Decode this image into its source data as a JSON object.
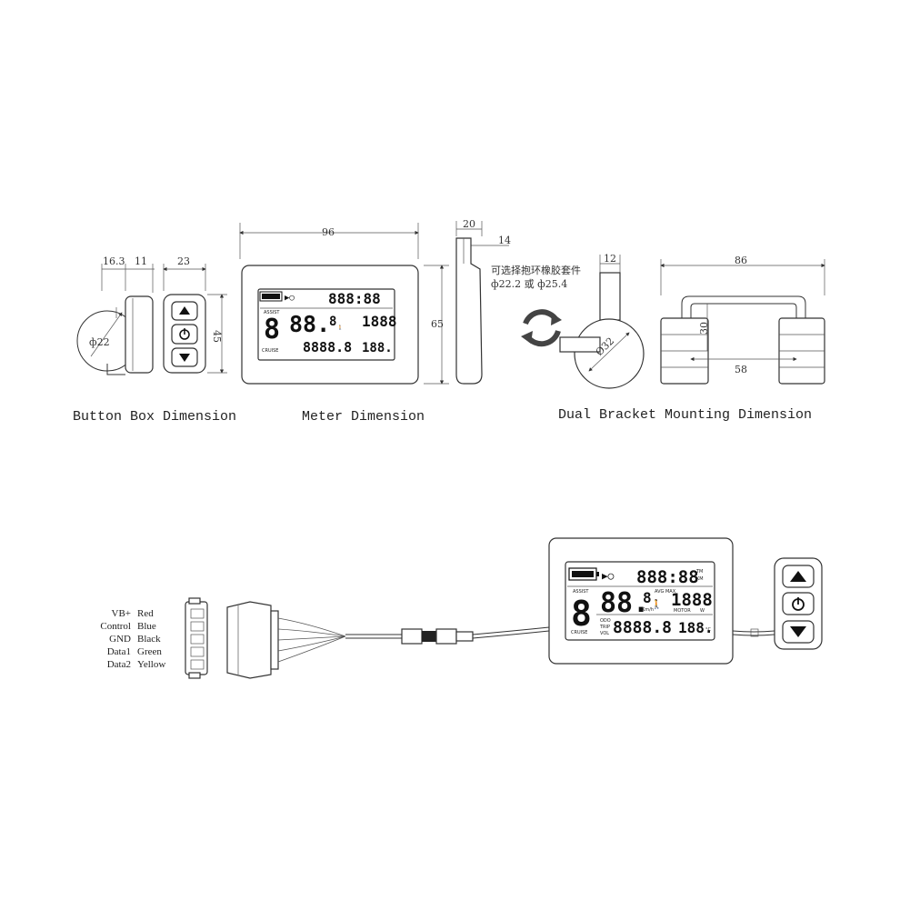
{
  "captions": {
    "button_box": "Button Box Dimension",
    "meter": "Meter Dimension",
    "bracket": "Dual Bracket Mounting Dimension"
  },
  "dimensions": {
    "button_box": {
      "a": "16.3",
      "b": "11",
      "c": "23",
      "height": "45",
      "dia": "ф22"
    },
    "meter": {
      "width": "96",
      "height": "65",
      "depth": "20",
      "side": "14"
    },
    "bracket": {
      "tab": "12",
      "dia": "Ø32",
      "width": "86",
      "inner": "58",
      "height": "30"
    },
    "note_cn": "可选择抱环橡胶套件",
    "note_sizes": "ф22.2 或 ф25.4"
  },
  "lcd": {
    "assist": "ASSIST",
    "big_digit": "8",
    "speed": "88.",
    "small_digit": "8",
    "top_digits": "888:88",
    "right_digits": "1888",
    "odo_digits": "8888.8",
    "bottom_right_digits": "188.",
    "cruise": "CRUISE",
    "kmh": "Km/h",
    "motor": "MOTOR",
    "odo": "ODO",
    "trip": "TRIP",
    "vol": "VOL",
    "avg_max": "AVG MAX",
    "units_tm": "TM",
    "units_km": "KM",
    "units_w": "W",
    "units_c": "°C"
  },
  "wiring": {
    "labels": [
      "VB+",
      "Control",
      "GND",
      "Data1",
      "Data2"
    ],
    "colors": [
      "Red",
      "Blue",
      "Black",
      "Green",
      "Yellow"
    ]
  },
  "icons": [
    "up-arrow-icon",
    "power-icon",
    "down-arrow-icon",
    "battery-icon",
    "headlight-icon",
    "walk-icon",
    "rotate-arrows-icon"
  ]
}
